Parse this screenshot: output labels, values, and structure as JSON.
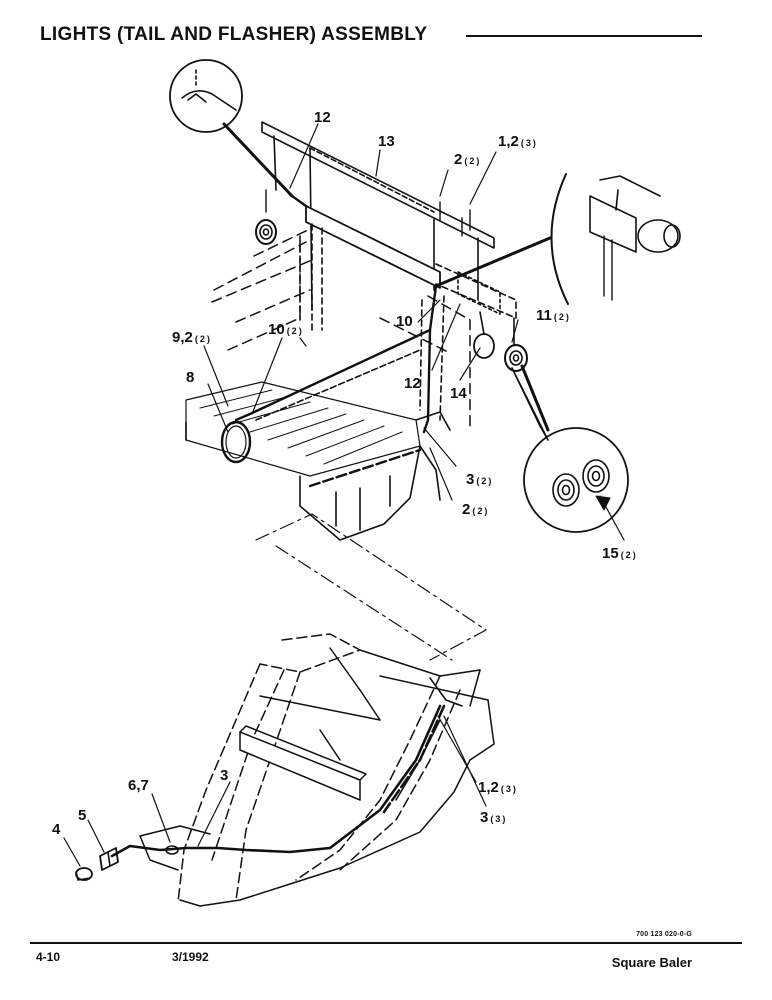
{
  "header": {
    "title": "LIGHTS (TAIL AND FLASHER) ASSEMBLY"
  },
  "callouts": {
    "c12a": {
      "main": "12",
      "sub": ""
    },
    "c13": {
      "main": "13",
      "sub": ""
    },
    "c2a": {
      "main": "2",
      "sub": "(2)"
    },
    "c12_3a": {
      "main": "1,2",
      "sub": "(3)"
    },
    "c11": {
      "main": "11",
      "sub": "(2)"
    },
    "c92": {
      "main": "9,2",
      "sub": "(2)"
    },
    "c10a": {
      "main": "10",
      "sub": "(2)"
    },
    "c10b": {
      "main": "10",
      "sub": ""
    },
    "c8": {
      "main": "8",
      "sub": ""
    },
    "c12b": {
      "main": "12",
      "sub": ""
    },
    "c14": {
      "main": "14",
      "sub": ""
    },
    "c3a": {
      "main": "3",
      "sub": "(2)"
    },
    "c2b": {
      "main": "2",
      "sub": "(2)"
    },
    "c15": {
      "main": "15",
      "sub": "(2)"
    },
    "c67": {
      "main": "6,7",
      "sub": ""
    },
    "c3b": {
      "main": "3",
      "sub": ""
    },
    "c5": {
      "main": "5",
      "sub": ""
    },
    "c4": {
      "main": "4",
      "sub": ""
    },
    "c12_3b": {
      "main": "1,2",
      "sub": "(3)"
    },
    "c3c": {
      "main": "3",
      "sub": "(3)"
    }
  },
  "footer": {
    "page_number": "4-10",
    "date": "3/1992",
    "document_number": "700 123 020-0-G",
    "product": "Square Baler"
  }
}
